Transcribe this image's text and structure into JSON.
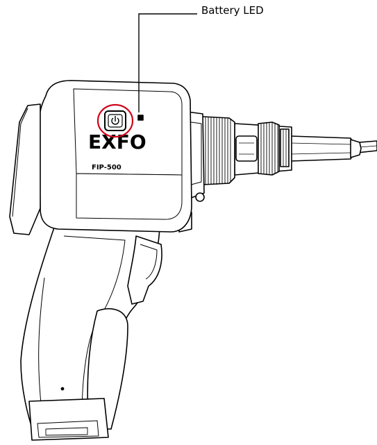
{
  "callout": {
    "label": "Battery LED"
  },
  "device": {
    "brand": "EXFO",
    "model": "FIP-500"
  },
  "colors": {
    "line": "#000000",
    "highlight": "#d0021b",
    "body": "#ffffff"
  }
}
